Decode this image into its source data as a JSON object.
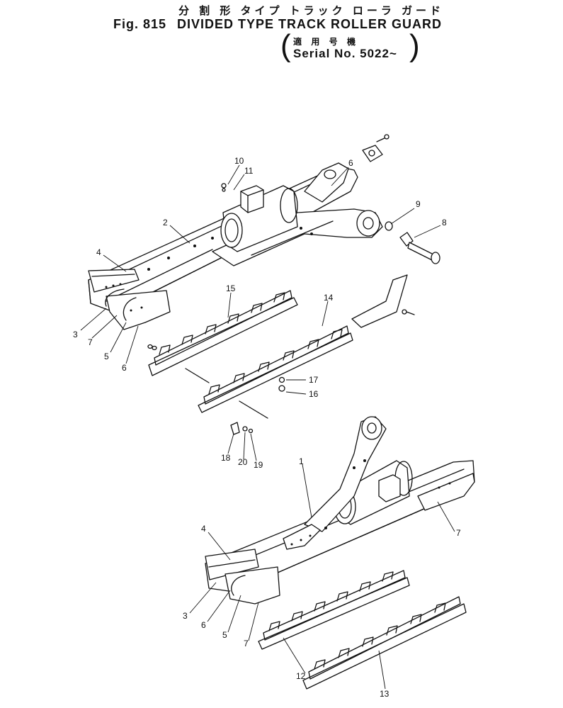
{
  "header": {
    "japanese_title": "分 割 形 タイプ トラック ローラ ガード",
    "figure_number": "Fig. 815",
    "title": "DIVIDED TYPE TRACK ROLLER GUARD",
    "serial_japanese": "適 用 号 機",
    "serial": "Serial No. 5022~"
  },
  "callouts": {
    "upper_frame": [
      "10",
      "11",
      "6",
      "9",
      "8",
      "2",
      "4",
      "3",
      "7",
      "5",
      "6"
    ],
    "guards": [
      "15",
      "14",
      "17",
      "16",
      "18",
      "20",
      "19"
    ],
    "lower_frame": [
      "1",
      "4",
      "7",
      "3",
      "6",
      "5",
      "7",
      "12",
      "13"
    ]
  }
}
